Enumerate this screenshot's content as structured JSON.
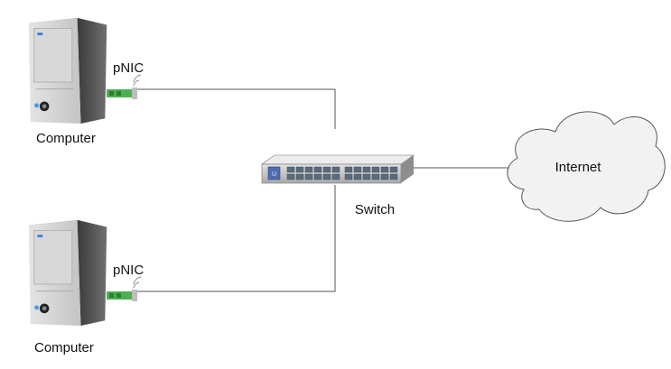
{
  "nodes": {
    "computer_top": {
      "label": "Computer",
      "nic_label": "pNIC"
    },
    "computer_bottom": {
      "label": "Computer",
      "nic_label": "pNIC"
    },
    "switch": {
      "label": "Switch"
    },
    "internet": {
      "label": "Internet"
    }
  },
  "edges": [
    {
      "from": "computer_top",
      "to": "switch"
    },
    {
      "from": "computer_bottom",
      "to": "switch"
    },
    {
      "from": "switch",
      "to": "internet"
    }
  ],
  "colors": {
    "line": "#555555",
    "cloud_fill": "#f2f2f2",
    "cloud_stroke": "#555555",
    "switch_body": "#c9c9c9",
    "port": "#5a6a7a",
    "port_led": "#3d7bd9",
    "nic_board": "#4caf50"
  }
}
